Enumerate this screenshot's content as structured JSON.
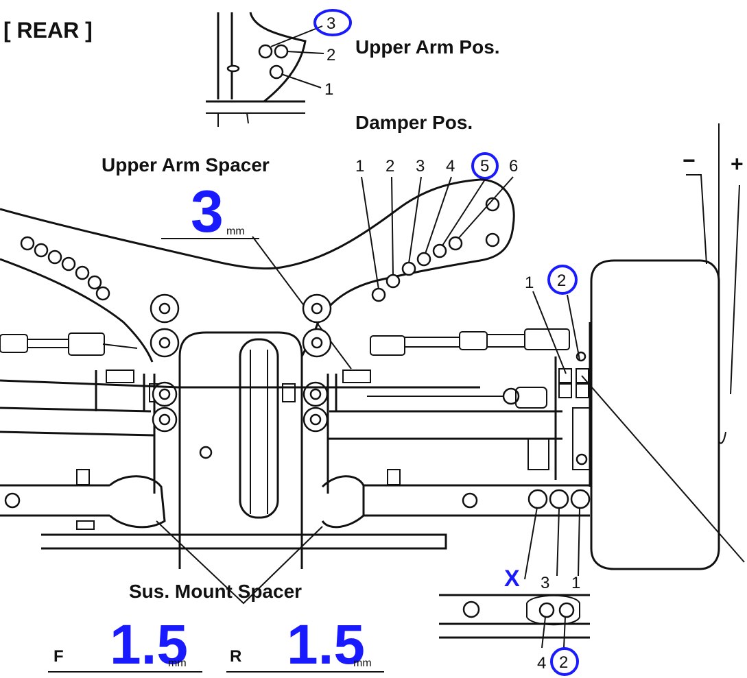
{
  "section_title": "[ REAR ]",
  "upper_arm_pos": {
    "label": "Upper Arm Pos.",
    "options": [
      "3",
      "2",
      "1"
    ]
  },
  "damper_pos": {
    "label": "Damper Pos.",
    "options": [
      "1",
      "2",
      "3",
      "4",
      "5",
      "6"
    ]
  },
  "upper_arm_spacer": {
    "label": "Upper Arm Spacer",
    "value": "3",
    "unit": "mm"
  },
  "camber": {
    "minus": "−",
    "plus": "+"
  },
  "camber_link": {
    "options": [
      "1",
      "2"
    ]
  },
  "toe_pos": {
    "top_options": [
      "X",
      "3",
      "1"
    ],
    "bottom_options": [
      "4",
      "2"
    ]
  },
  "sus_mount_spacer": {
    "label": "Sus. Mount Spacer",
    "front_label": "F",
    "front_value": "1.5",
    "rear_label": "R",
    "rear_value": "1.5",
    "unit": "mm"
  },
  "colors": {
    "highlight": "#1a1aff",
    "ink": "#111111"
  }
}
